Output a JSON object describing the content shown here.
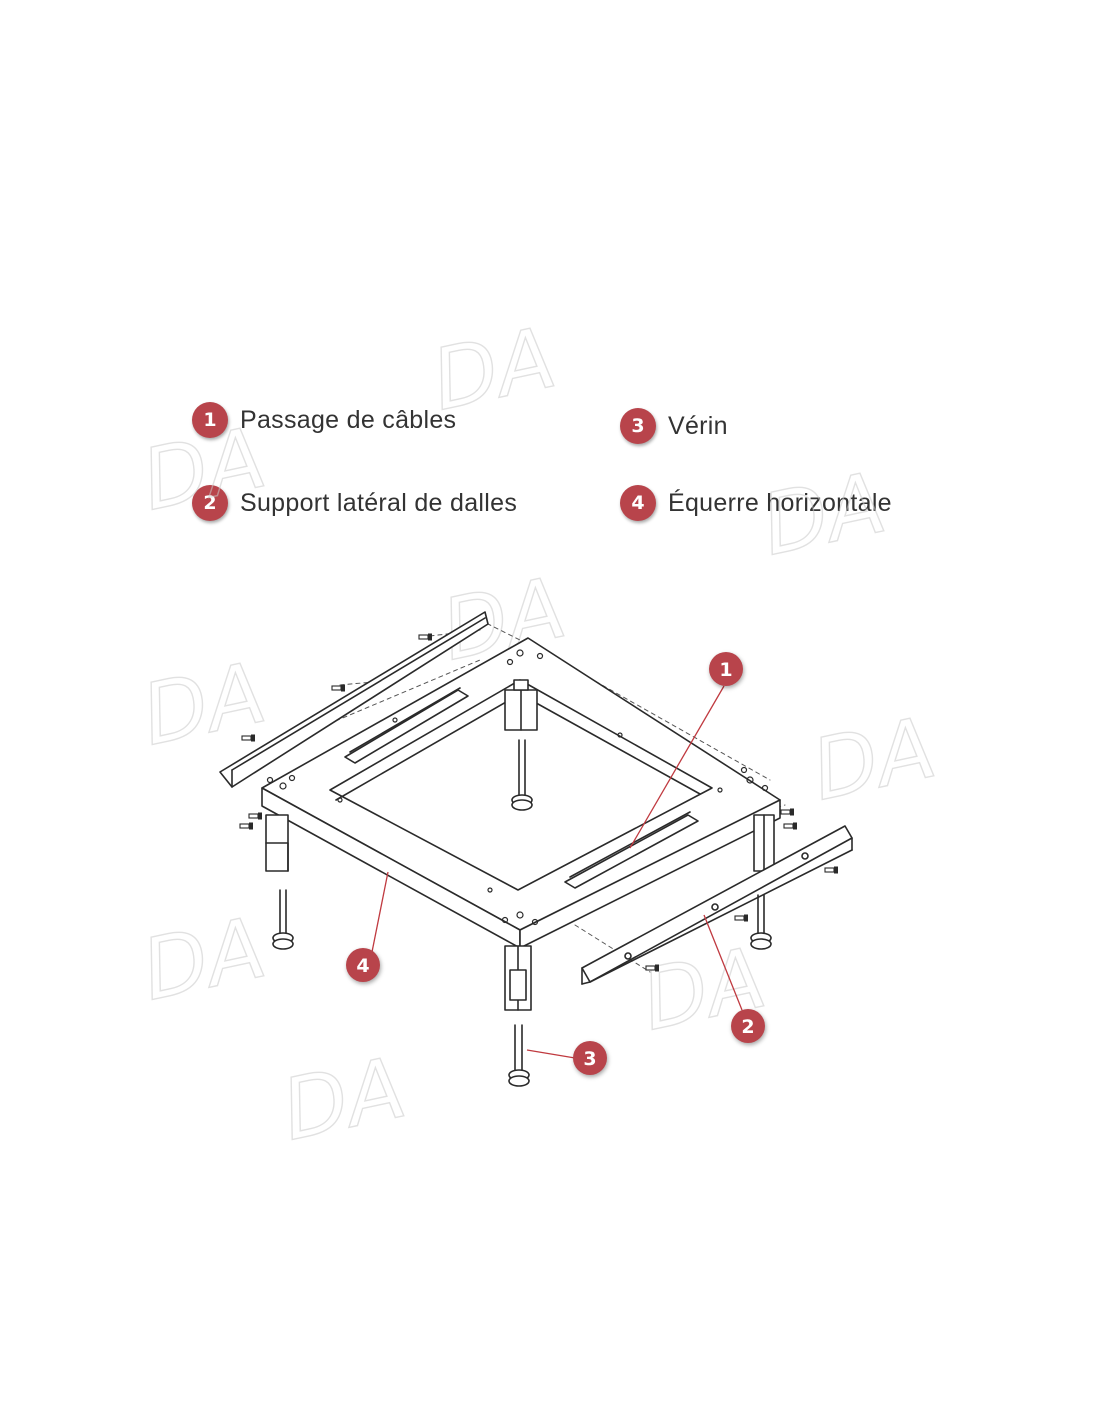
{
  "colors": {
    "badge": "#b8444b",
    "line": "#2a2a2a",
    "leader": "#c03a40",
    "watermark": "#c9c9c9"
  },
  "legend": [
    {
      "number": "1",
      "label": "Passage de câbles"
    },
    {
      "number": "2",
      "label": "Support latéral de dalles"
    },
    {
      "number": "3",
      "label": "Vérin"
    },
    {
      "number": "4",
      "label": "Équerre horizontale"
    }
  ],
  "callouts": [
    {
      "number": "1"
    },
    {
      "number": "2"
    },
    {
      "number": "3"
    },
    {
      "number": "4"
    }
  ]
}
